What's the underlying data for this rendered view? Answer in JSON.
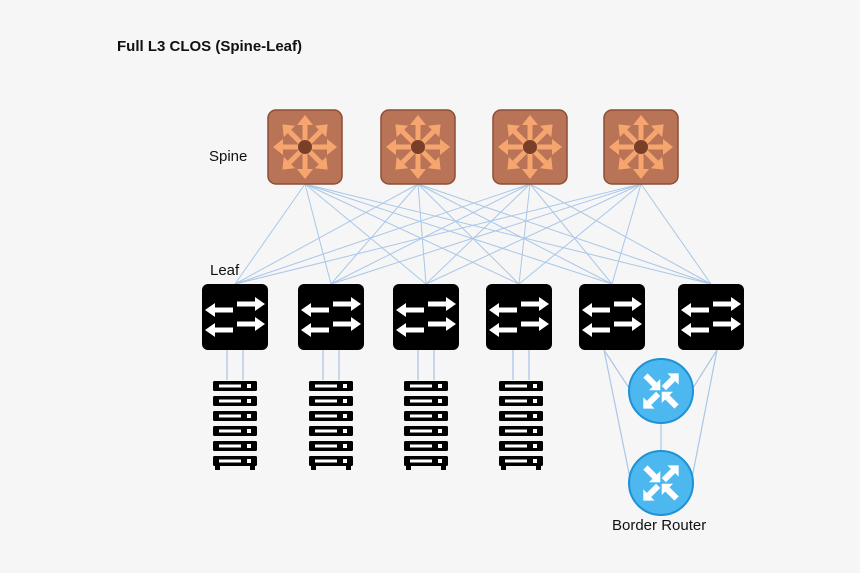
{
  "title": "Full L3 CLOS (Spine-Leaf)",
  "labels": {
    "spine": "Spine",
    "leaf": "Leaf",
    "border_router": "Border Router"
  },
  "colors": {
    "spine_fill": "#b97457",
    "spine_border": "#8a4f36",
    "spine_arrow": "#f6a56e",
    "spine_hub": "#7a3f28",
    "leaf_fill": "#000000",
    "link": "#a9c7e8",
    "router_fill": "#4db8f0",
    "router_border": "#1d92d6",
    "server": "#000000"
  },
  "icons": {
    "spine": "spine-switch-icon",
    "leaf": "leaf-switch-icon",
    "server": "server-rack-icon",
    "router": "border-router-icon"
  },
  "counts": {
    "spine": 4,
    "leaf": 6,
    "server_racks": 4,
    "border_routers": 2
  }
}
